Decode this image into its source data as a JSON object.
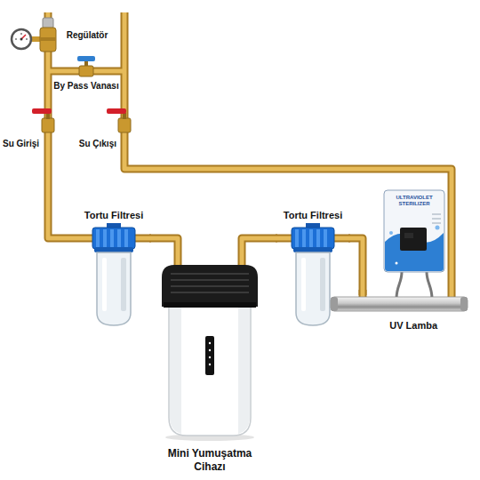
{
  "diagram": {
    "nodes": [
      {
        "text": [
          "Tortu Filtresi"
        ]
      },
      {
        "text": [
          "Mini Yumuşatma Cihazı"
        ]
      },
      {
        "text": [
          "Tortu Filtresi"
        ]
      },
      {
        "text": [
          "UV Lamba"
        ]
      }
    ],
    "edges": [
      {
        "from": 0,
        "to": 1,
        "arrow": "none"
      },
      {
        "from": 1,
        "to": 2,
        "arrow": "none"
      },
      {
        "from": 2,
        "to": 3,
        "arrow": "none"
      }
    ],
    "labels": [
      "Regülatör",
      "By Pass Vanası",
      "Su Girişi",
      "Su Çıkışı",
      "ULTRAVIOLET STERILIZER"
    ]
  }
}
